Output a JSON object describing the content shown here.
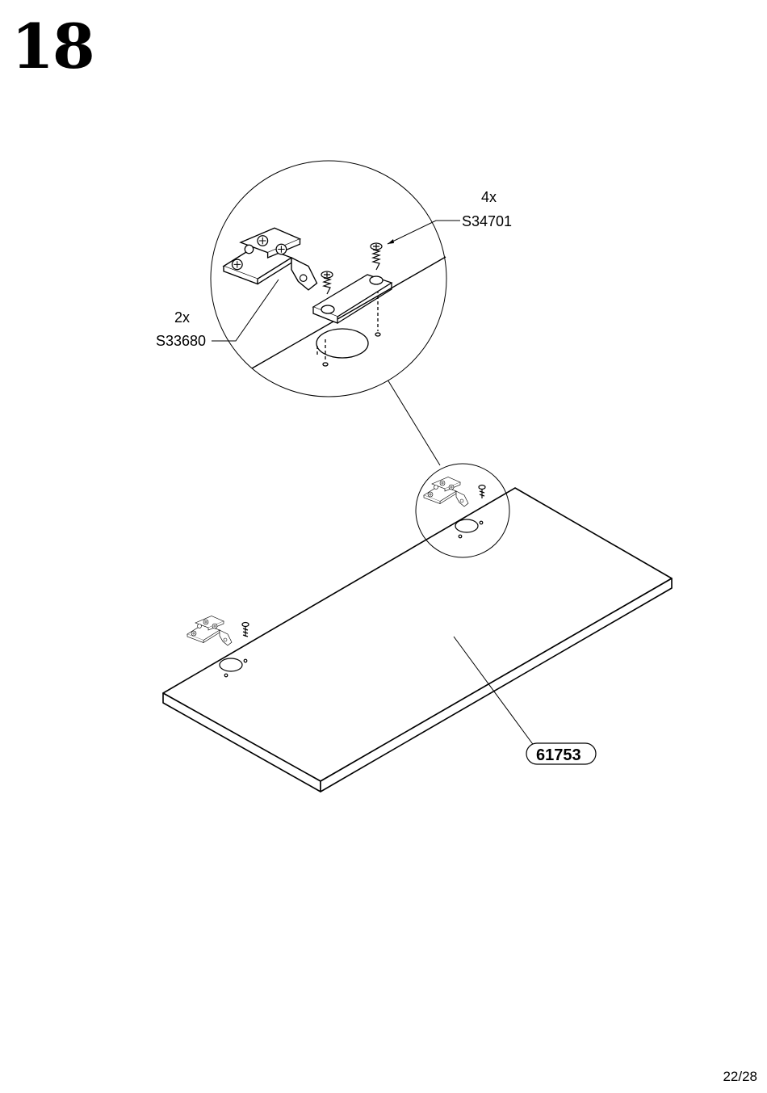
{
  "step": {
    "number": "18"
  },
  "callouts": {
    "screw": {
      "quantity": "4x",
      "part_code": "S34701"
    },
    "hinge": {
      "quantity": "2x",
      "part_code": "S33680"
    }
  },
  "panel": {
    "part_code": "61753"
  },
  "footer": {
    "page": "22/28"
  },
  "colors": {
    "line": "#000000",
    "background": "#ffffff"
  }
}
